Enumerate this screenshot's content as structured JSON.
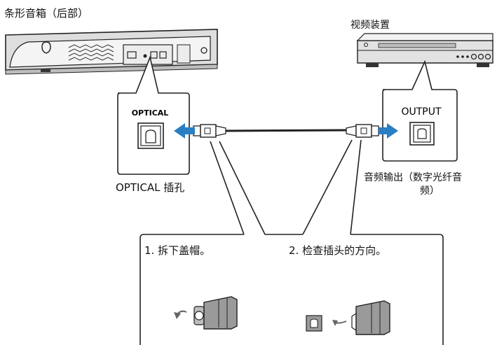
{
  "soundbar": {
    "title": "条形音箱（后部）"
  },
  "device": {
    "title": "视频装置"
  },
  "soundbar_port": {
    "panel_label": "OPTICAL",
    "caption": "OPTICAL 插孔"
  },
  "device_port": {
    "panel_label": "OUTPUT",
    "caption_line1": "音频输出（数字光纤音",
    "caption_line2": "频）"
  },
  "steps": {
    "step1": "1. 拆下盖帽。",
    "step2": "2. 检查插头的方向。"
  },
  "colors": {
    "arrow": "#2a7fc4",
    "line": "#222222",
    "device_body": "#dcdcdc"
  }
}
